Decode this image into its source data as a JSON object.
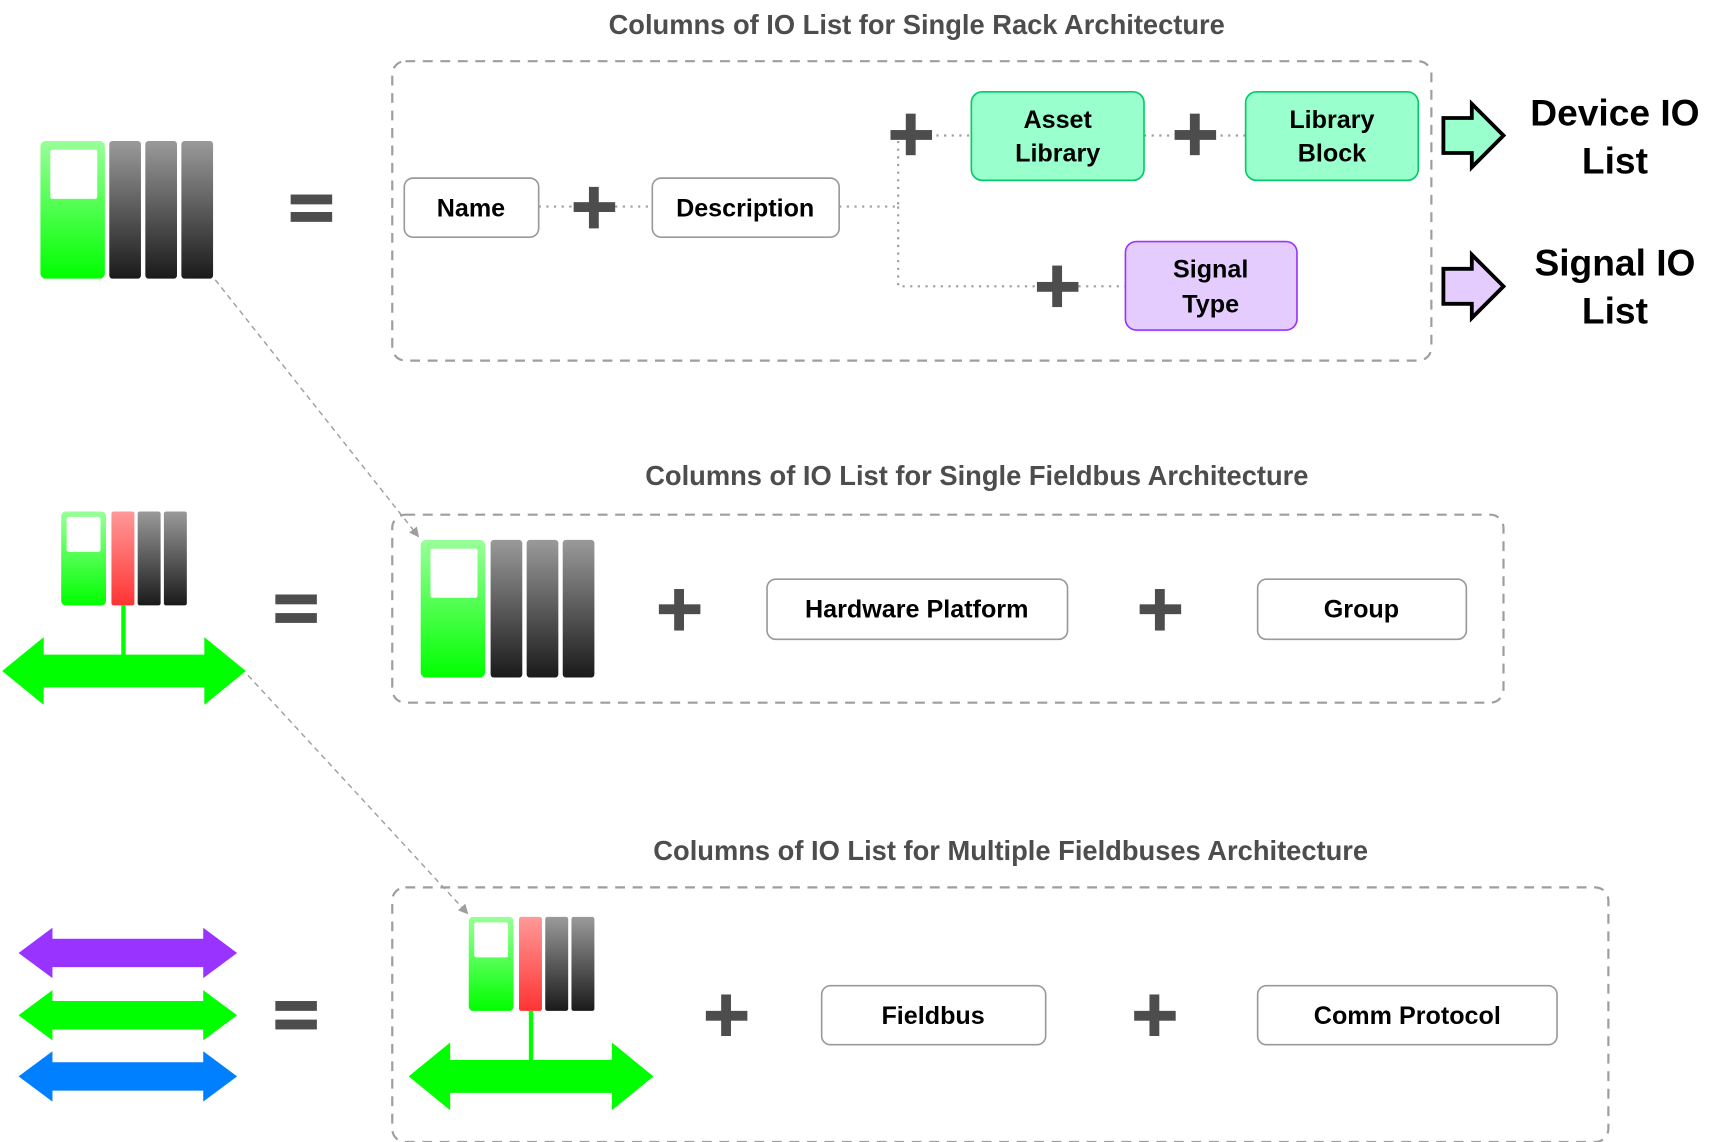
{
  "colors": {
    "title_text": "#4d4d4d",
    "operator": "#4d4d4d",
    "box_border": "#9a9a9a",
    "asset_fill": "#99ffcc",
    "asset_stroke": "#00cc66",
    "signal_fill": "#e5ccff",
    "signal_stroke": "#9933ff",
    "fieldbus_green": "#00ff00",
    "fieldbus_purple": "#9933ff",
    "fieldbus_blue": "#007fff",
    "io_card_red": "#ff3333"
  },
  "sections": {
    "rack": {
      "title": "Columns of IO List for Single Rack Architecture",
      "icon": "single-rack-icon",
      "operator": "=",
      "columns": {
        "name": "Name",
        "description": "Description",
        "asset_library_line1": "Asset",
        "asset_library_line2": "Library",
        "library_block_line1": "Library",
        "library_block_line2": "Block",
        "signal_type_line1": "Signal",
        "signal_type_line2": "Type"
      },
      "outputs": {
        "device_line1": "Device IO",
        "device_line2": "List",
        "signal_line1": "Signal IO",
        "signal_line2": "List"
      }
    },
    "single_fieldbus": {
      "title": "Columns of IO List for Single Fieldbus Architecture",
      "icon": "rack-on-fieldbus-icon",
      "operator": "=",
      "columns": {
        "hardware_platform": "Hardware Platform",
        "group": "Group"
      }
    },
    "multiple_fieldbuses": {
      "title": "Columns of IO List for Multiple Fieldbuses Architecture",
      "icon": "multiple-fieldbuses-icon",
      "operator": "=",
      "columns": {
        "fieldbus": "Fieldbus",
        "comm_protocol": "Comm Protocol"
      }
    }
  }
}
